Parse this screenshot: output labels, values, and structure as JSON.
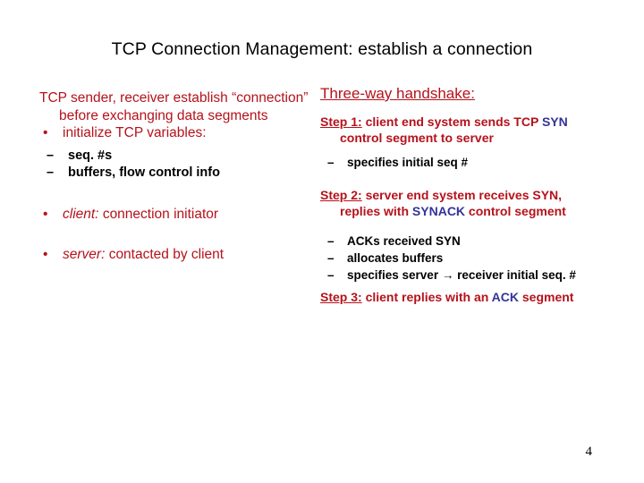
{
  "slide": {
    "title": "TCP Connection Management: establish a connection",
    "page_number": "4",
    "colors": {
      "accent_red": "#B5121B",
      "accent_blue": "#333399",
      "text_black": "#000000",
      "background": "#FFFFFF"
    }
  },
  "left_column": {
    "intro": "TCP sender, receiver establish “connection” before exchanging data segments",
    "bullets": [
      {
        "marker": "•",
        "text": "initialize TCP variables:",
        "sub": [
          {
            "marker": "–",
            "text": "seq. #s"
          },
          {
            "marker": "–",
            "text": "buffers, flow control info"
          }
        ]
      },
      {
        "marker": "•",
        "emphasis": "client:",
        "text": "connection initiator"
      },
      {
        "marker": "•",
        "emphasis": "server:",
        "text": "contacted by client"
      }
    ]
  },
  "right_column": {
    "heading": "Three-way handshake:",
    "steps": [
      {
        "label": "Step 1:",
        "part_a": " client end system sends TCP ",
        "keyword": "SYN",
        "part_b": " control segment to server",
        "sub": [
          {
            "marker": "–",
            "text": "specifies initial seq #"
          }
        ]
      },
      {
        "label": "Step 2:",
        "part_a": " server end system receives SYN, replies with ",
        "keyword": "SYNACK",
        "part_b": " control segment",
        "sub": [
          {
            "marker": "–",
            "text": "ACKs received SYN"
          },
          {
            "marker": "–",
            "text": "allocates buffers"
          },
          {
            "marker": "–",
            "text": "specifies server → receiver initial seq. #"
          }
        ]
      },
      {
        "label": "Step 3:",
        "part_a": " client replies with an ",
        "keyword": "ACK",
        "part_b": " segment",
        "sub": []
      }
    ]
  }
}
